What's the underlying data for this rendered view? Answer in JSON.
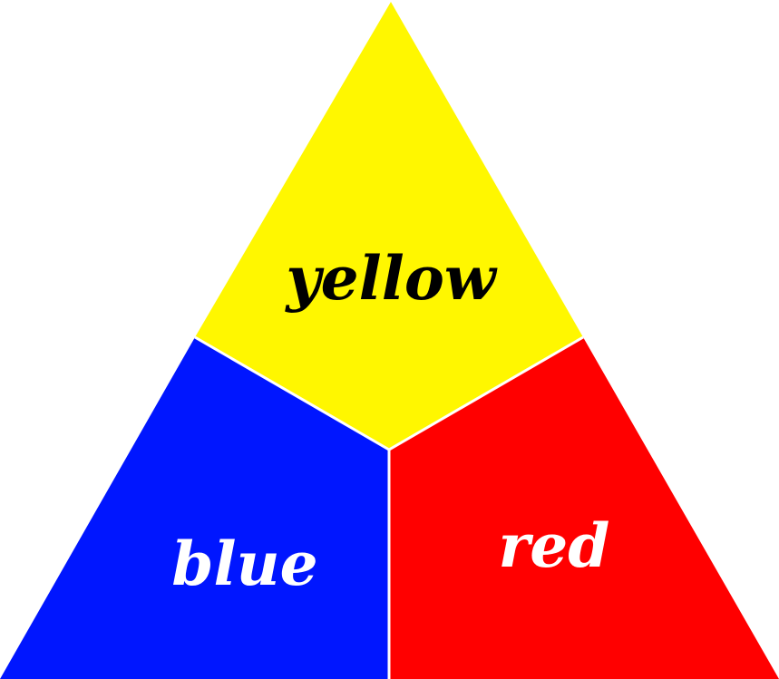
{
  "diagram": {
    "regions": {
      "top": {
        "label": "yellow",
        "fill": "#fff700",
        "text_color": "#000000"
      },
      "bottom_left": {
        "label": "blue",
        "fill": "#0016ff",
        "text_color": "#ffffff"
      },
      "bottom_right": {
        "label": "red",
        "fill": "#ff0000",
        "text_color": "#ffffff"
      }
    },
    "divider_color": "#ffffff",
    "background": "#ffffff"
  }
}
